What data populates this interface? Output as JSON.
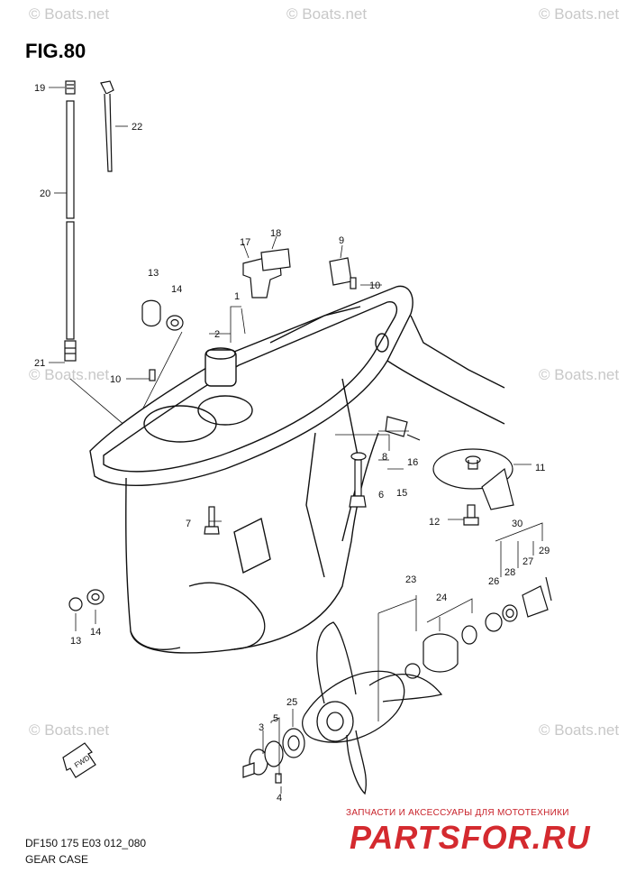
{
  "figure": {
    "title": "FIG.80"
  },
  "watermarks": [
    "© Boats.net",
    "© Boats.net",
    "© Boats.net",
    "© Boats.net",
    "© Boats.net",
    "© Boats.net",
    "© Boats.net"
  ],
  "callouts": [
    "1",
    "2",
    "3",
    "4",
    "5",
    "6",
    "7",
    "8",
    "9",
    "10",
    "10",
    "11",
    "12",
    "13",
    "13",
    "14",
    "14",
    "15",
    "16",
    "17",
    "18",
    "19",
    "20",
    "21",
    "22",
    "23",
    "24",
    "25",
    "26",
    "27",
    "28",
    "29",
    "30"
  ],
  "caption": {
    "model": "DF150 175 E03 012_080",
    "name": "GEAR CASE"
  },
  "fwd_label": "FWD",
  "brand": {
    "subtitle": "ЗАПЧАСТИ И АКСЕССУАРЫ ДЛЯ МОТОТЕХНИКИ",
    "logo": "PARTSFOR.RU",
    "color": "#d42a2f"
  }
}
